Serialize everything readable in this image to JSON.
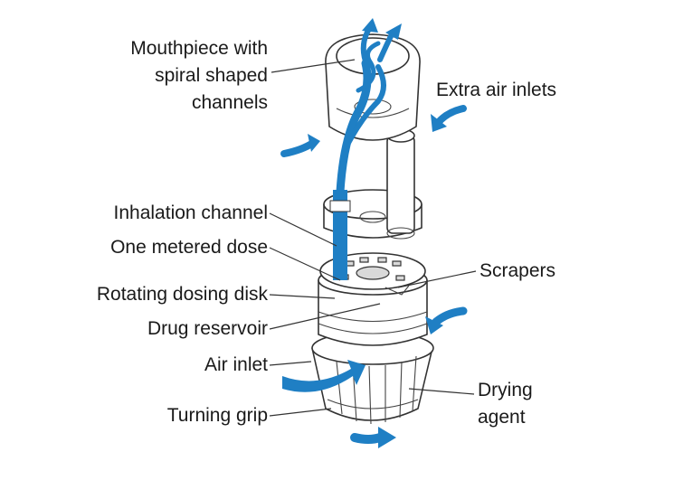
{
  "labels": {
    "mouthpiece_line1": "Mouthpiece with",
    "mouthpiece_line2": "spiral shaped",
    "mouthpiece_line3": "channels",
    "extra_air_inlets": "Extra air inlets",
    "inhalation_channel": "Inhalation channel",
    "one_metered_dose": "One metered dose",
    "scrapers": "Scrapers",
    "rotating_dosing_disk": "Rotating dosing disk",
    "drug_reservoir": "Drug reservoir",
    "air_inlet": "Air inlet",
    "drying_agent_line1": "Drying",
    "drying_agent_line2": "agent",
    "turning_grip": "Turning grip"
  },
  "colors": {
    "airflow": "#1f7fc4",
    "outline": "#333333",
    "text": "#1a1a1a"
  }
}
